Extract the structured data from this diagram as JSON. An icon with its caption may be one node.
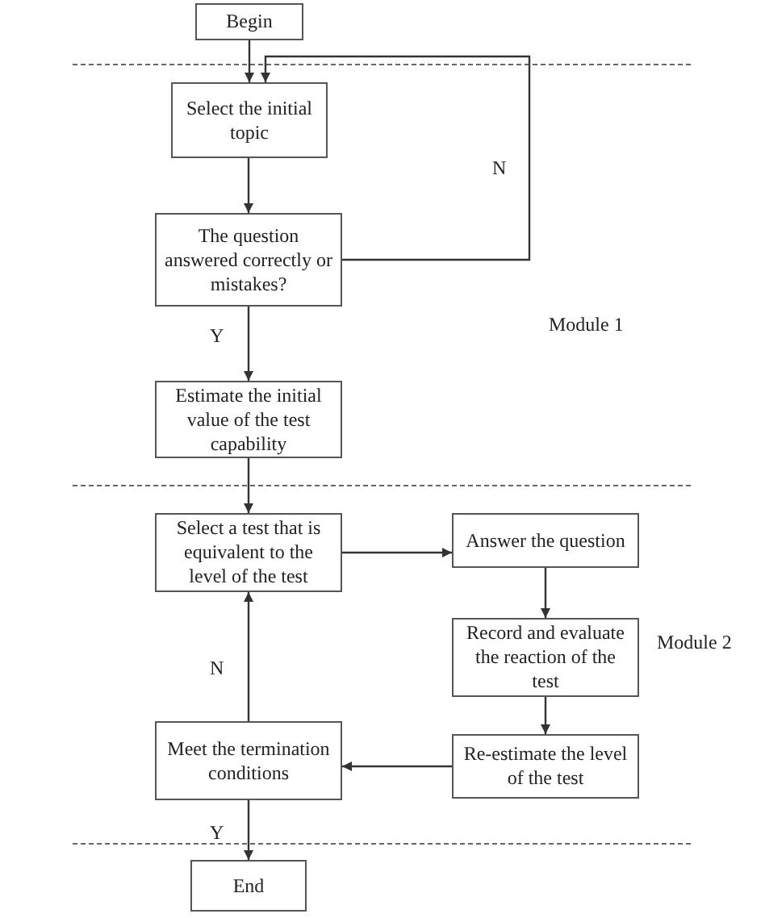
{
  "diagram": {
    "nodes": [
      {
        "text": [
          "Begin"
        ]
      },
      {
        "text": [
          "Select the initial topic"
        ]
      },
      {
        "text": [
          "The question answered correctly or mistakes?"
        ]
      },
      {
        "text": [
          "Estimate the initial value of the test capability"
        ]
      },
      {
        "text": [
          "Select a test that is equivalent to the level of the test"
        ]
      },
      {
        "text": [
          "Answer  the question"
        ]
      },
      {
        "text": [
          "Record and evaluate the reaction of the test"
        ]
      },
      {
        "text": [
          "Re-estimate the level of the test"
        ]
      },
      {
        "text": [
          "Meet the termination conditions"
        ]
      },
      {
        "text": [
          "End"
        ]
      }
    ],
    "edges": [
      {
        "from": 0,
        "to": 1,
        "arrow": "to"
      },
      {
        "from": 1,
        "to": 2,
        "arrow": "to"
      },
      {
        "from": 2,
        "to": 1,
        "arrow": "to",
        "label": "N"
      },
      {
        "from": 2,
        "to": 3,
        "arrow": "to",
        "label": "Y"
      },
      {
        "from": 3,
        "to": 4,
        "arrow": "to"
      },
      {
        "from": 4,
        "to": 5,
        "arrow": "to"
      },
      {
        "from": 5,
        "to": 6,
        "arrow": "to"
      },
      {
        "from": 6,
        "to": 7,
        "arrow": "to"
      },
      {
        "from": 7,
        "to": 8,
        "arrow": "to"
      },
      {
        "from": 8,
        "to": 4,
        "arrow": "to",
        "label": "N"
      },
      {
        "from": 8,
        "to": 9,
        "arrow": "to",
        "label": "Y"
      }
    ],
    "labels": [
      "Module 1",
      "Module 2"
    ]
  }
}
